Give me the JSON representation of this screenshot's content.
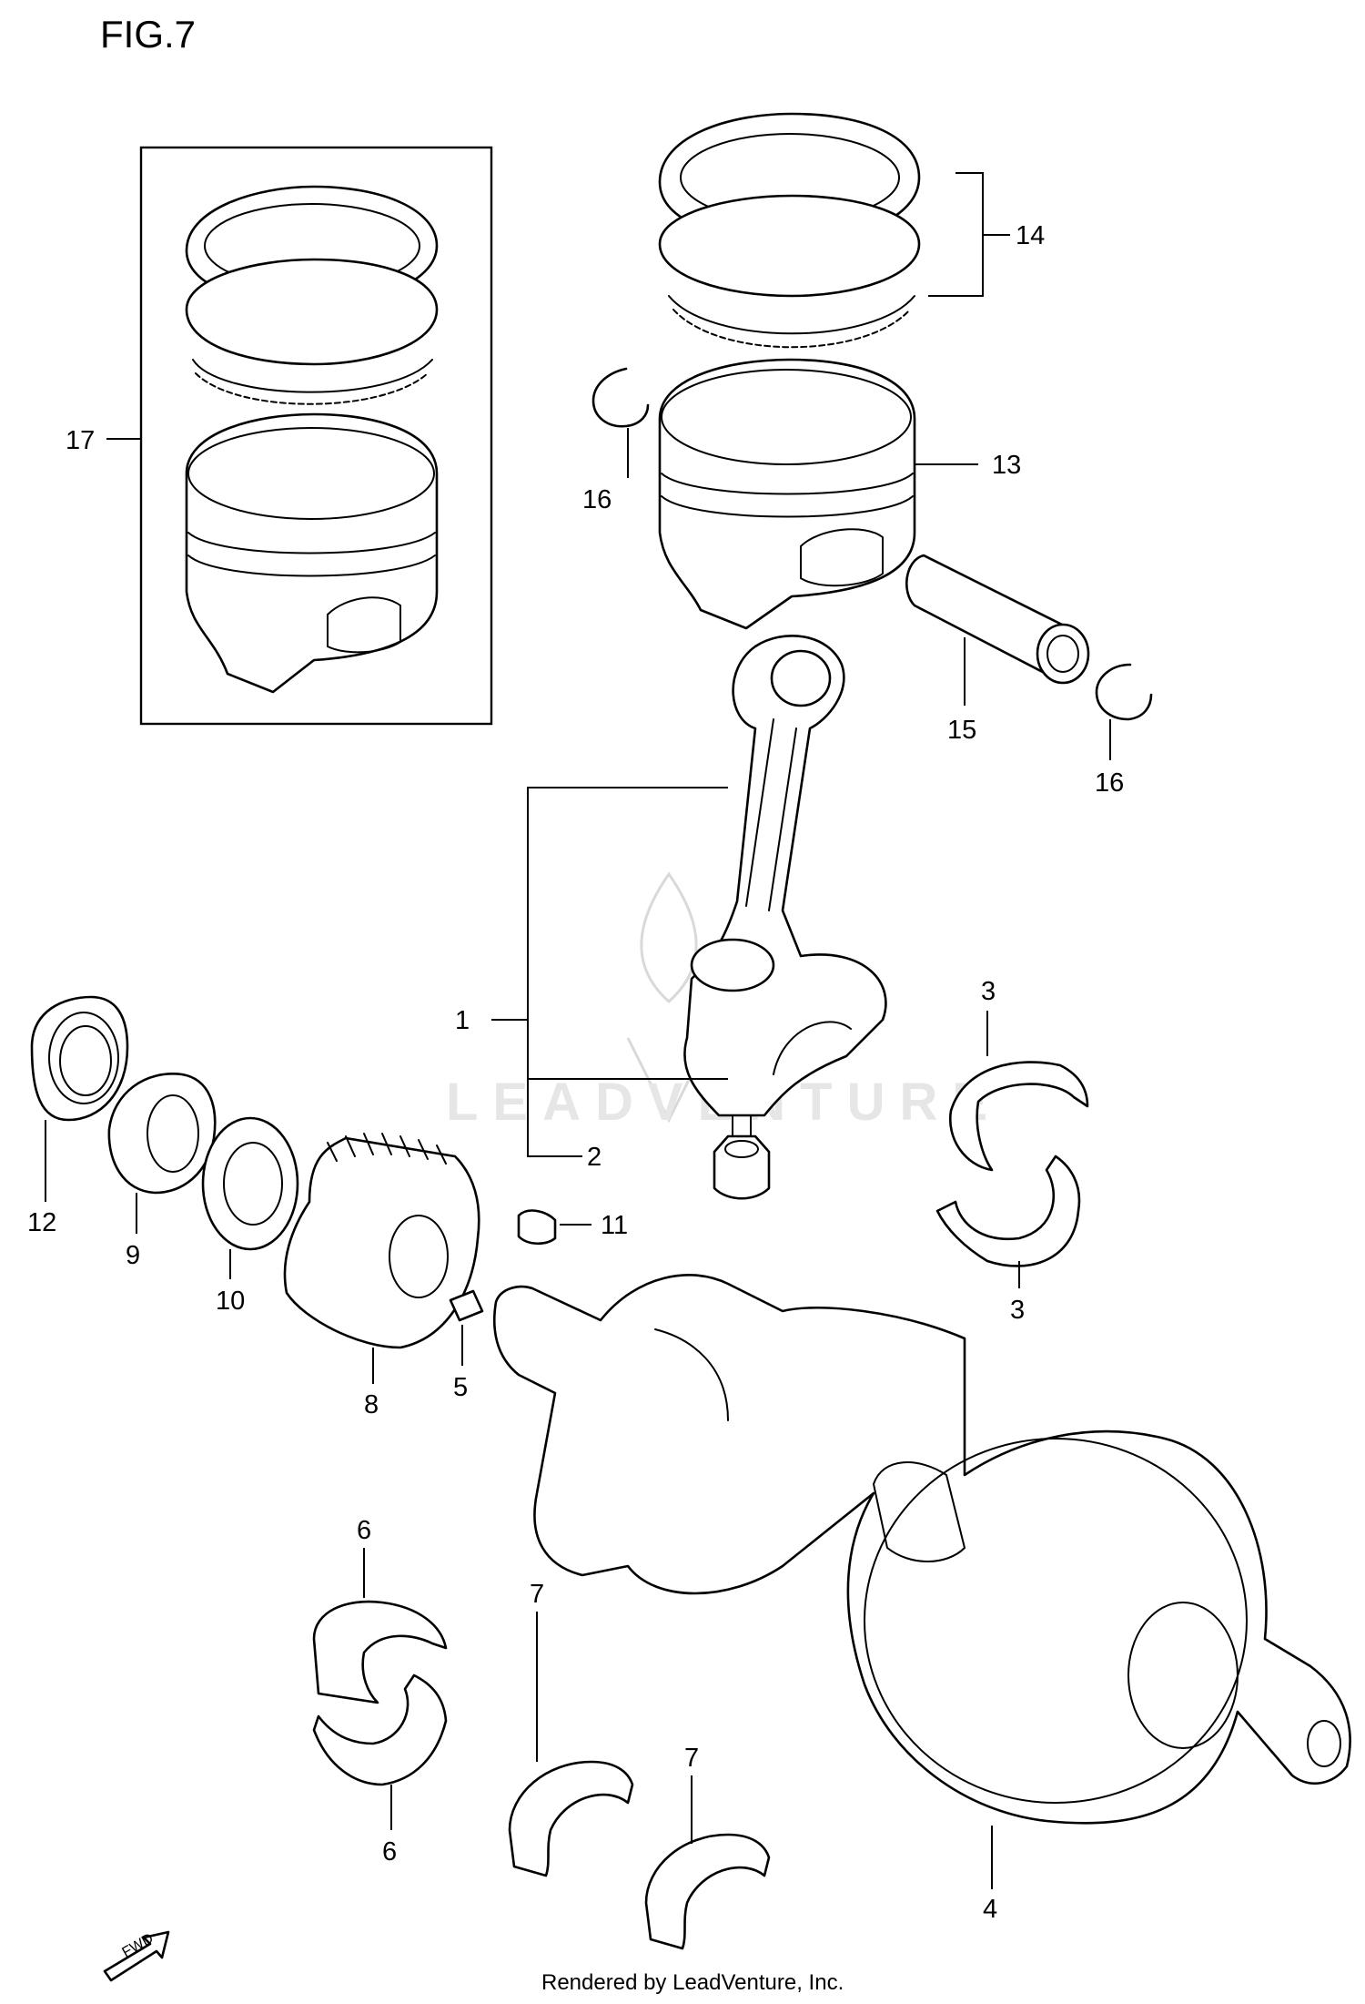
{
  "figure": {
    "title": "FIG.7"
  },
  "callouts": {
    "c1": "1",
    "c2": "2",
    "c3a": "3",
    "c3b": "3",
    "c4": "4",
    "c5": "5",
    "c6a": "6",
    "c6b": "6",
    "c7a": "7",
    "c7b": "7",
    "c8": "8",
    "c9": "9",
    "c10": "10",
    "c11": "11",
    "c12": "12",
    "c13": "13",
    "c14": "14",
    "c15": "15",
    "c16a": "16",
    "c16b": "16",
    "c17": "17"
  },
  "watermark": {
    "text": "LEADVENTURE"
  },
  "direction_badge": {
    "label": "FWD"
  },
  "footer": {
    "credit": "Rendered by LeadVenture, Inc."
  }
}
